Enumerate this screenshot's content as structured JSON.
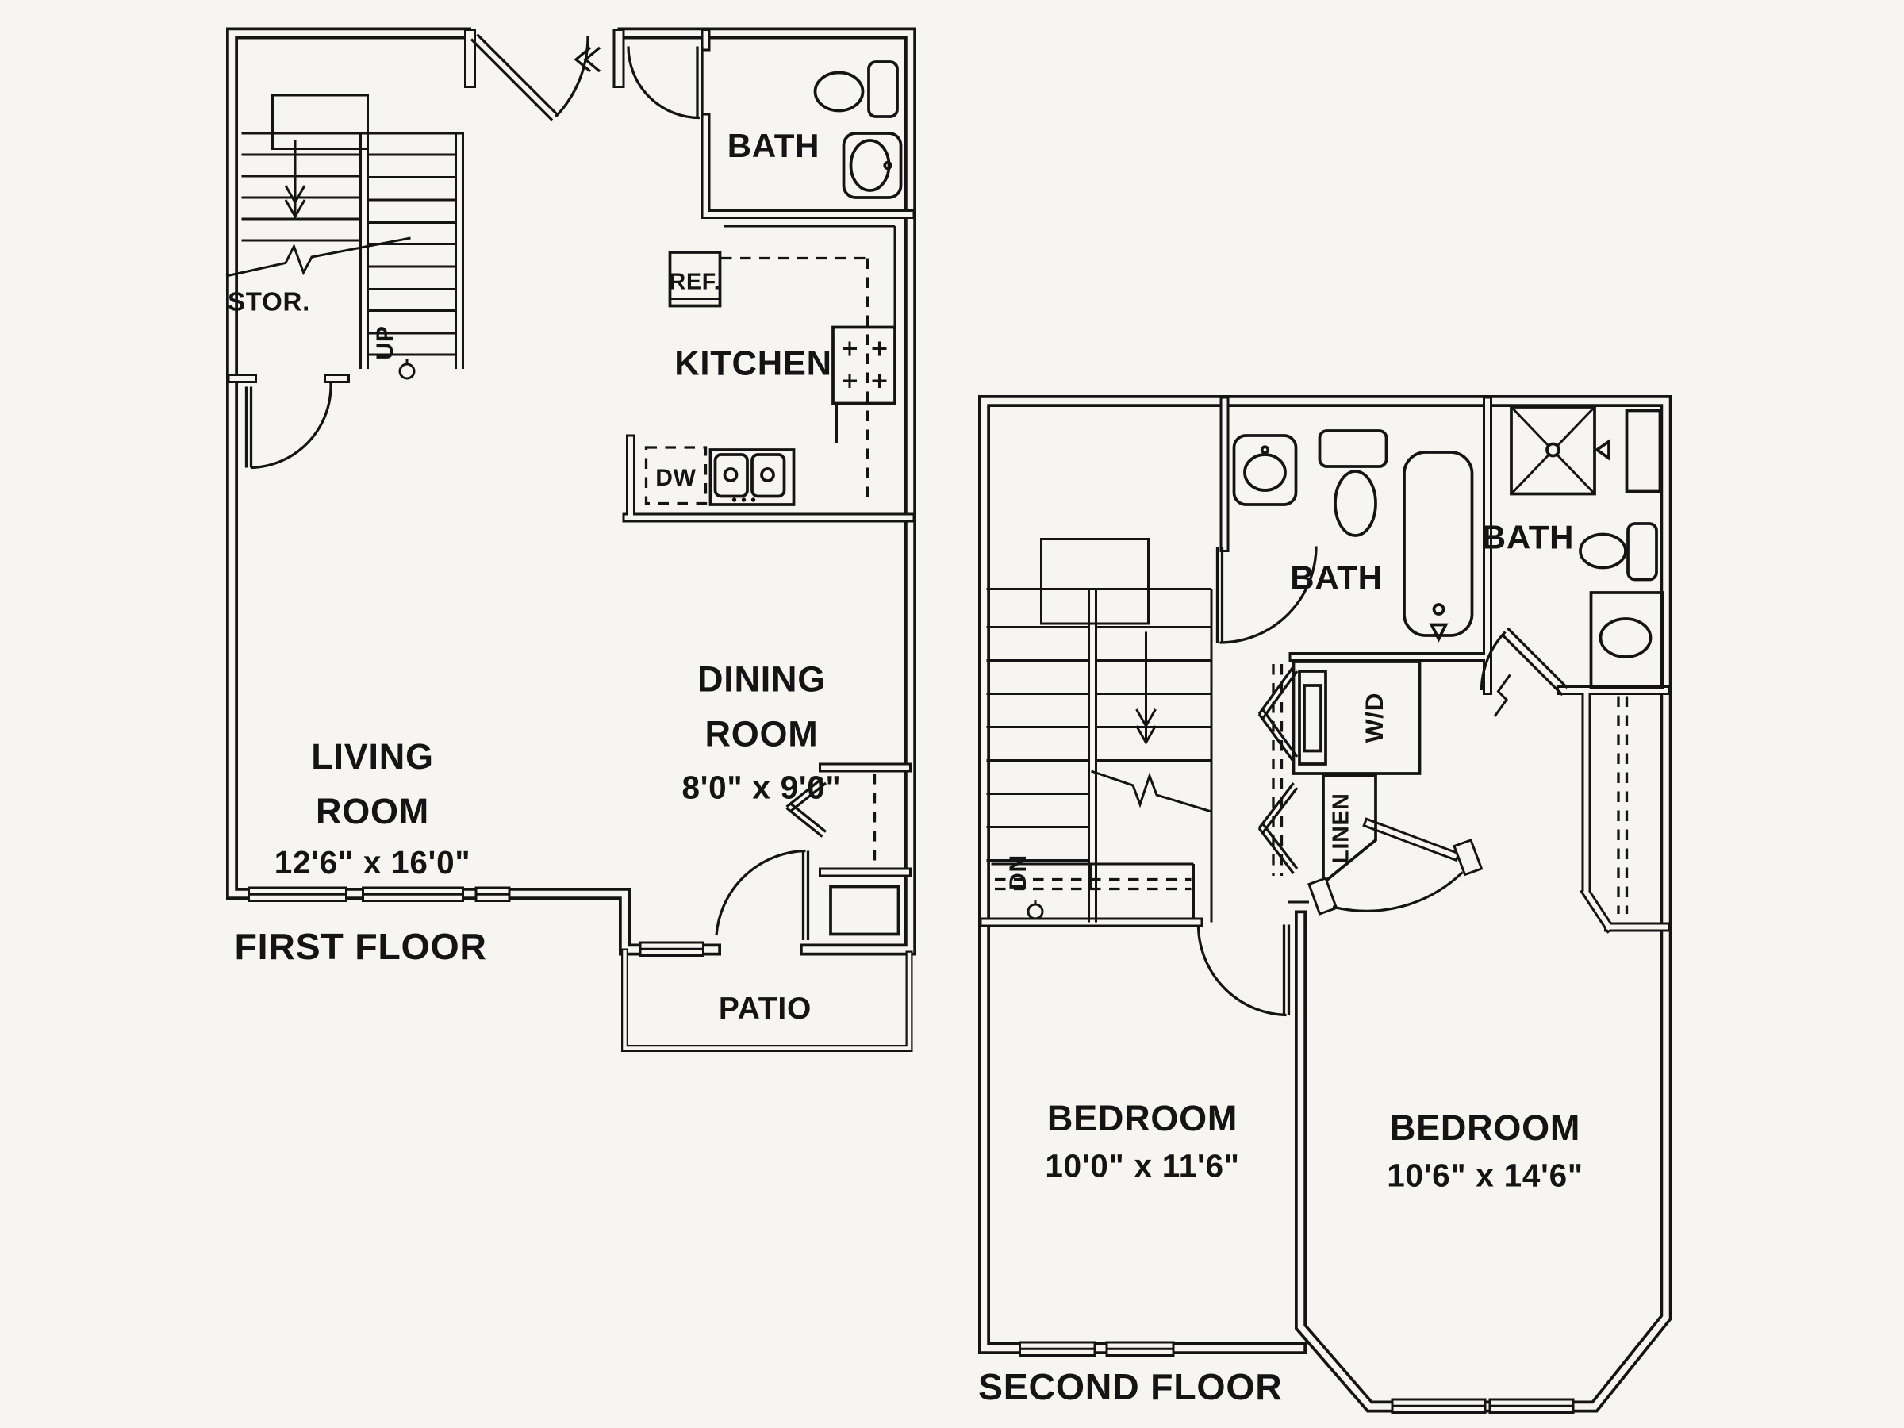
{
  "document": {
    "type": "apartment floor plan drawing",
    "background": "#f6f5f2",
    "ink": "#141414"
  },
  "floors": [
    {
      "id": "first",
      "title": "FIRST FLOOR",
      "labels": {
        "stor": "STOR.",
        "up": "UP",
        "bath": "BATH",
        "ref": "REF.",
        "kitchen": "KITCHEN",
        "dw": "DW",
        "living1": "LIVING",
        "living2": "ROOM",
        "living_dims": "12'6\" x 16'0\"",
        "dining1": "DINING",
        "dining2": "ROOM",
        "dining_dims": "8'0\" x 9'0\"",
        "patio": "PATIO"
      }
    },
    {
      "id": "second",
      "title": "SECOND FLOOR",
      "labels": {
        "dn": "DN",
        "bath_main": "BATH",
        "bath_second": "BATH",
        "wd": "W/D",
        "linen": "LINEN",
        "bedroom1_name": "BEDROOM",
        "bedroom1_dims": "10'0\" x 11'6\"",
        "bedroom2_name": "BEDROOM",
        "bedroom2_dims": "10'6\" x 14'6\""
      }
    }
  ]
}
